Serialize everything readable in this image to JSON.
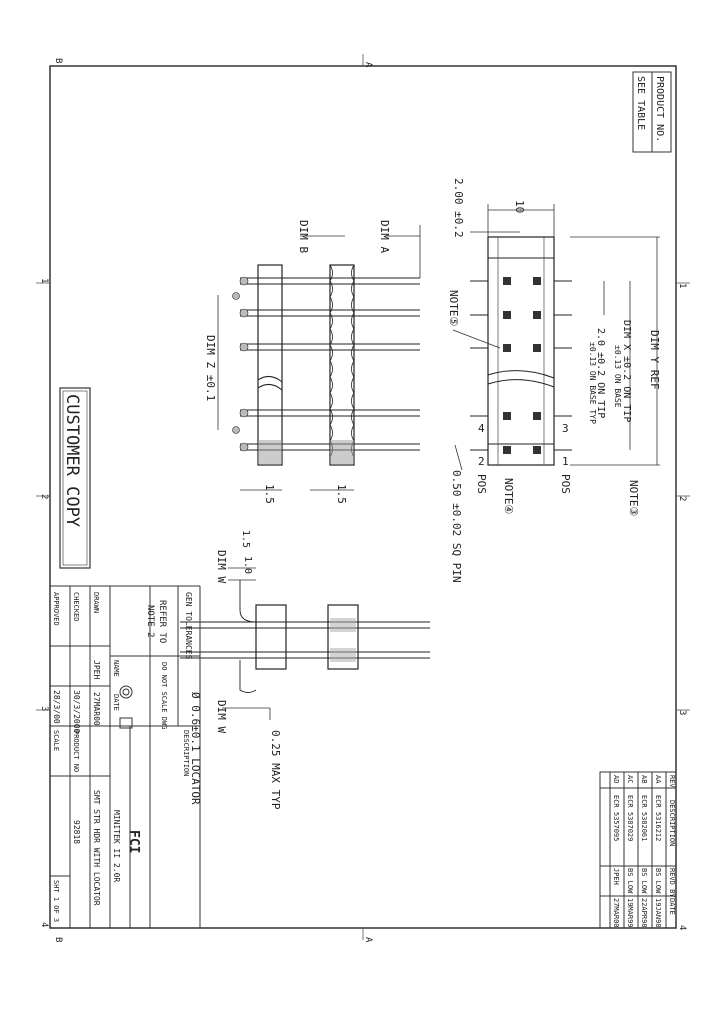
{
  "zones": {
    "a_top": "A",
    "a_bottom": "A",
    "b_top": "B",
    "b_bottom": "B",
    "n1": "1",
    "n1b": "1",
    "n2": "2",
    "n2b": "2",
    "n3": "3",
    "n3b": "3",
    "n4": "4",
    "n4b": "4"
  },
  "product_box": {
    "line1": "PRODUCT NO.",
    "line2": "SEE TABLE"
  },
  "stamp": "CUSTOMER COPY",
  "dims": {
    "pitch": "2.00 ±0.2",
    "x10": "10",
    "dim_a": "DIM A",
    "dim_b": "DIM B",
    "dim_z": "DIM Z ±0.1",
    "dim_y": "DIM Y REF",
    "dim_x": "DIM X ±0.2 ON TIP",
    "dim_x2": "±0.13 ON BASE",
    "pitch2": "2.0 ±0.2 ON TIP",
    "pitch2b": "±0.13 ON BASE TYP",
    "d15a": "1.5",
    "d15b": "1.5",
    "sq": "0.50 ±0.02 SQ PIN",
    "pos_left": "POS",
    "pos_right": "POS",
    "note4": "NOTE④",
    "note5": "NOTE⑤",
    "note3": "NOTE③",
    "dim_w1": "DIM W",
    "dim_w2": "DIM W",
    "d15c": "1.5",
    "d10": "1.0",
    "locator": "Ø 0.6±0.1 LOCATOR",
    "max": "0.25 MAX TYP"
  },
  "pin_labels": {
    "p1": "1",
    "p2": "2",
    "p3": "3",
    "p4": "4"
  },
  "title_block": {
    "gen_tol": "GEN TOLERANCES",
    "refer": "REFER TO",
    "note2": "NOTE 2",
    "drawn": "DRAWN",
    "checked": "CHECKED",
    "approved": "APPROVED",
    "name": "NAME",
    "date": "DATE",
    "jpeh": "JPEH",
    "date1": "27MAR00",
    "date2": "30/3/2000",
    "date3": "28/3/00",
    "scale_note": "DO NOT SCALE DWG",
    "description": "DESCRIPTION",
    "desc1": "MINITEK II 2.0R",
    "desc2": "SMT STR HDR WITH LOCATOR",
    "product_no": "PRODUCT NO",
    "pn": "92818",
    "scale": "SCALE",
    "sht": "SHT 1 OF 3",
    "logo": "FCI"
  },
  "revision": {
    "headers": [
      "REV",
      "DESCRIPTION",
      "REVD BY",
      "DATE"
    ],
    "rows": [
      [
        "AA",
        "ECR 5316212",
        "BS LOW",
        "19JAN98"
      ],
      [
        "AB",
        "ECR 5382061",
        "BS LOW",
        "22APR98"
      ],
      [
        "AC",
        "ECR 5387029",
        "BS LOW",
        "19MAR99"
      ],
      [
        "AD",
        "ECR 5357095",
        "JPEH",
        "27MAR00"
      ]
    ]
  }
}
